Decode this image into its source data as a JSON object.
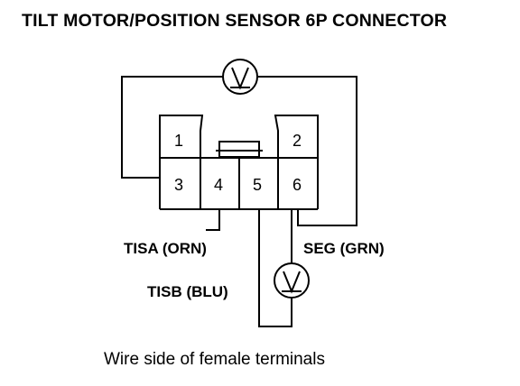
{
  "diagram": {
    "title": "TILT MOTOR/POSITION SENSOR 6P CONNECTOR",
    "caption": "Wire side of female terminals",
    "pins": [
      "1",
      "2",
      "3",
      "4",
      "5",
      "6"
    ],
    "wires": {
      "tisa": "TISA (ORN)",
      "tisb": "TISB (BLU)",
      "seg": "SEG (GRN)"
    },
    "meters": [
      {
        "icon": "voltmeter-icon",
        "between": [
          "3",
          "6"
        ]
      },
      {
        "icon": "voltmeter-icon",
        "between": [
          "5",
          "6"
        ]
      }
    ]
  }
}
